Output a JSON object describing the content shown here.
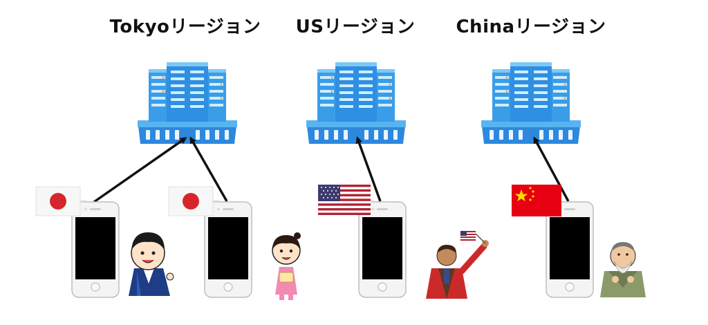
{
  "regions": [
    {
      "title": "Tokyoリージョン"
    },
    {
      "title": "USリージョン"
    },
    {
      "title": "Chinaリージョン"
    }
  ],
  "icons": {
    "server": "server-rack-icon",
    "phone": "smartphone-icon",
    "flags": [
      "japan-flag-icon",
      "japan-flag-icon",
      "us-flag-icon",
      "china-flag-icon"
    ],
    "people": [
      "boy-in-kimono-icon",
      "girl-icon",
      "man-waving-us-flag-icon",
      "old-chinese-man-icon"
    ]
  },
  "colors": {
    "server_light": "#6fc3f7",
    "server_mid": "#3a9de8",
    "server_dark": "#1f6fc9",
    "arrow": "#111111",
    "jp_red": "#d7262b",
    "cn_red": "#e60012",
    "cn_yellow": "#ffde00",
    "us_red": "#b22234",
    "us_blue": "#3c3b6e"
  }
}
